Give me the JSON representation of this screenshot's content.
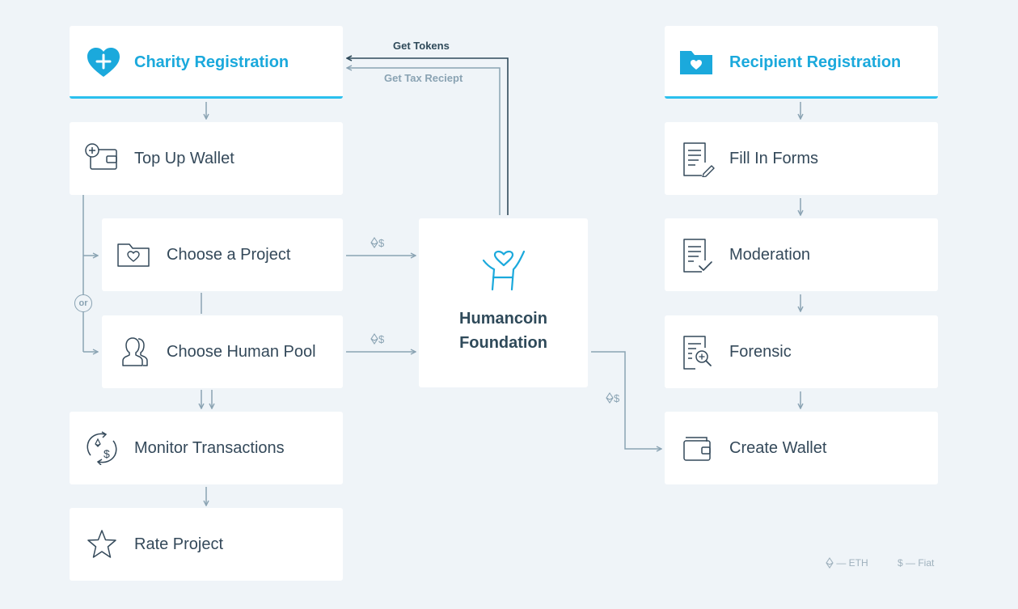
{
  "left_column": {
    "header": "Charity Registration",
    "top_up": "Top Up Wallet",
    "choose_project": "Choose a Project",
    "choose_pool": "Choose Human Pool",
    "monitor": "Monitor Transactions",
    "rate": "Rate Project",
    "or_label": "or"
  },
  "center": {
    "name_line1": "Humancoin",
    "name_line2": "Foundation",
    "get_tokens": "Get Tokens",
    "get_tax_receipt": "Get Tax Reciept",
    "currency_marks": "$"
  },
  "right_column": {
    "header": "Recipient Registration",
    "fill_forms": "Fill In Forms",
    "moderation": "Moderation",
    "forensic": "Forensic",
    "create_wallet": "Create Wallet"
  },
  "legend": {
    "eth": "— ETH",
    "fiat": "$ — Fiat"
  },
  "colors": {
    "accent": "#1ba9dc",
    "text": "#34495a",
    "line": "#8aa3b3",
    "dark_line": "#2f4a5a"
  }
}
